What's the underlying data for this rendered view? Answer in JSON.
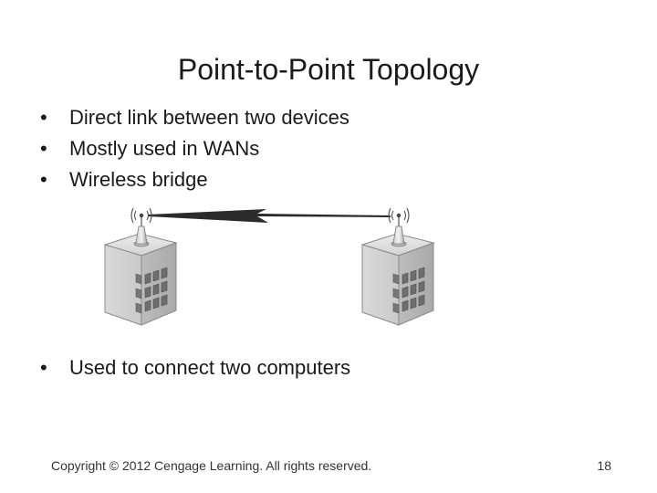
{
  "slide": {
    "title": "Point-to-Point Topology",
    "bullets": [
      "Direct link between two devices",
      "Mostly used in WANs",
      "Wireless bridge"
    ],
    "bullets2": [
      "Used to connect two computers"
    ],
    "bullet_symbol": "•"
  },
  "footer": {
    "copyright": "Copyright © 2012 Cengage Learning. All rights reserved.",
    "page_number": "18"
  }
}
